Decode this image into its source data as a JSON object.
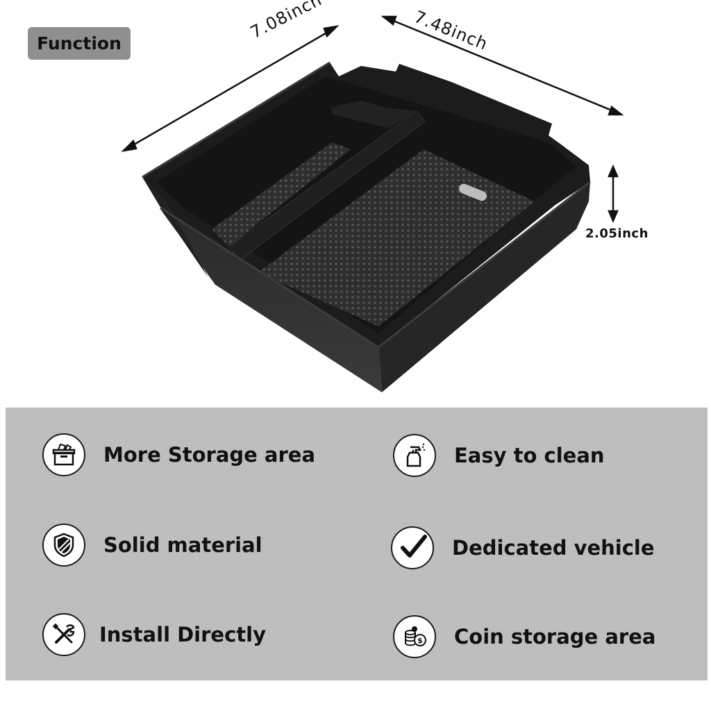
{
  "badge": {
    "label": "Function"
  },
  "dimensions": {
    "width": "7.08inch",
    "length": "7.48inch",
    "height": "2.05inch"
  },
  "features": [
    {
      "label": "More Storage area",
      "icon": "storage-box-icon"
    },
    {
      "label": "Easy to clean",
      "icon": "spray-bottle-icon"
    },
    {
      "label": "Solid material",
      "icon": "shield-icon"
    },
    {
      "label": "Dedicated vehicle",
      "icon": "checkmark-icon"
    },
    {
      "label": "Install Directly",
      "icon": "tools-icon"
    },
    {
      "label": "Coin storage area",
      "icon": "coins-icon"
    }
  ],
  "colors": {
    "panel": "#bebebe",
    "badge": "#8f8f8f",
    "tray": "#1c1c1c"
  }
}
